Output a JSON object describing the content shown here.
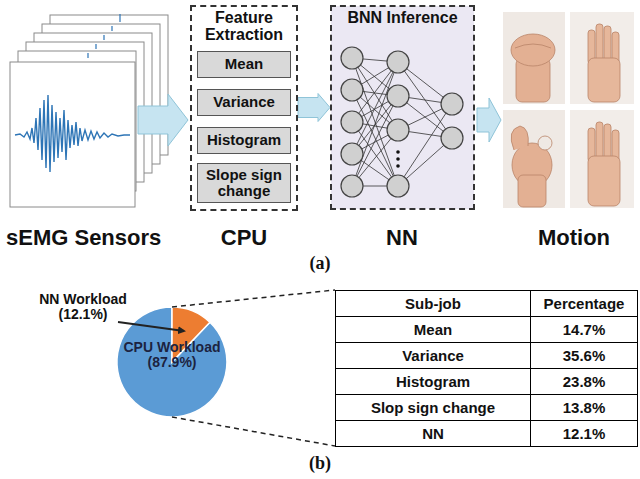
{
  "diagram": {
    "nodes": [
      {
        "text": [
          "Feature Extraction"
        ]
      },
      {
        "text": [
          "Mean"
        ],
        "in": 0
      },
      {
        "text": [
          "Variance"
        ],
        "in": 0
      },
      {
        "text": [
          "Histogram"
        ],
        "in": 0
      },
      {
        "text": [
          "Slope sign change"
        ],
        "in": 0
      },
      {
        "text": [
          "BNN Inference"
        ]
      }
    ],
    "edges": [
      {
        "from": 0,
        "to": 5,
        "arrow": "to"
      }
    ],
    "labels": [
      "sEMG Sensors",
      "CPU",
      "NN",
      "Motion",
      "(a)",
      "NN Workload (12.1%)",
      "CPU Workload (87.9%)",
      "Sub-job",
      "Percentage",
      "Mean",
      "14.7%",
      "Variance",
      "35.6%",
      "Histogram",
      "23.8%",
      "Slop sign change",
      "13.8%",
      "NN",
      "12.1%",
      "(b)"
    ]
  }
}
